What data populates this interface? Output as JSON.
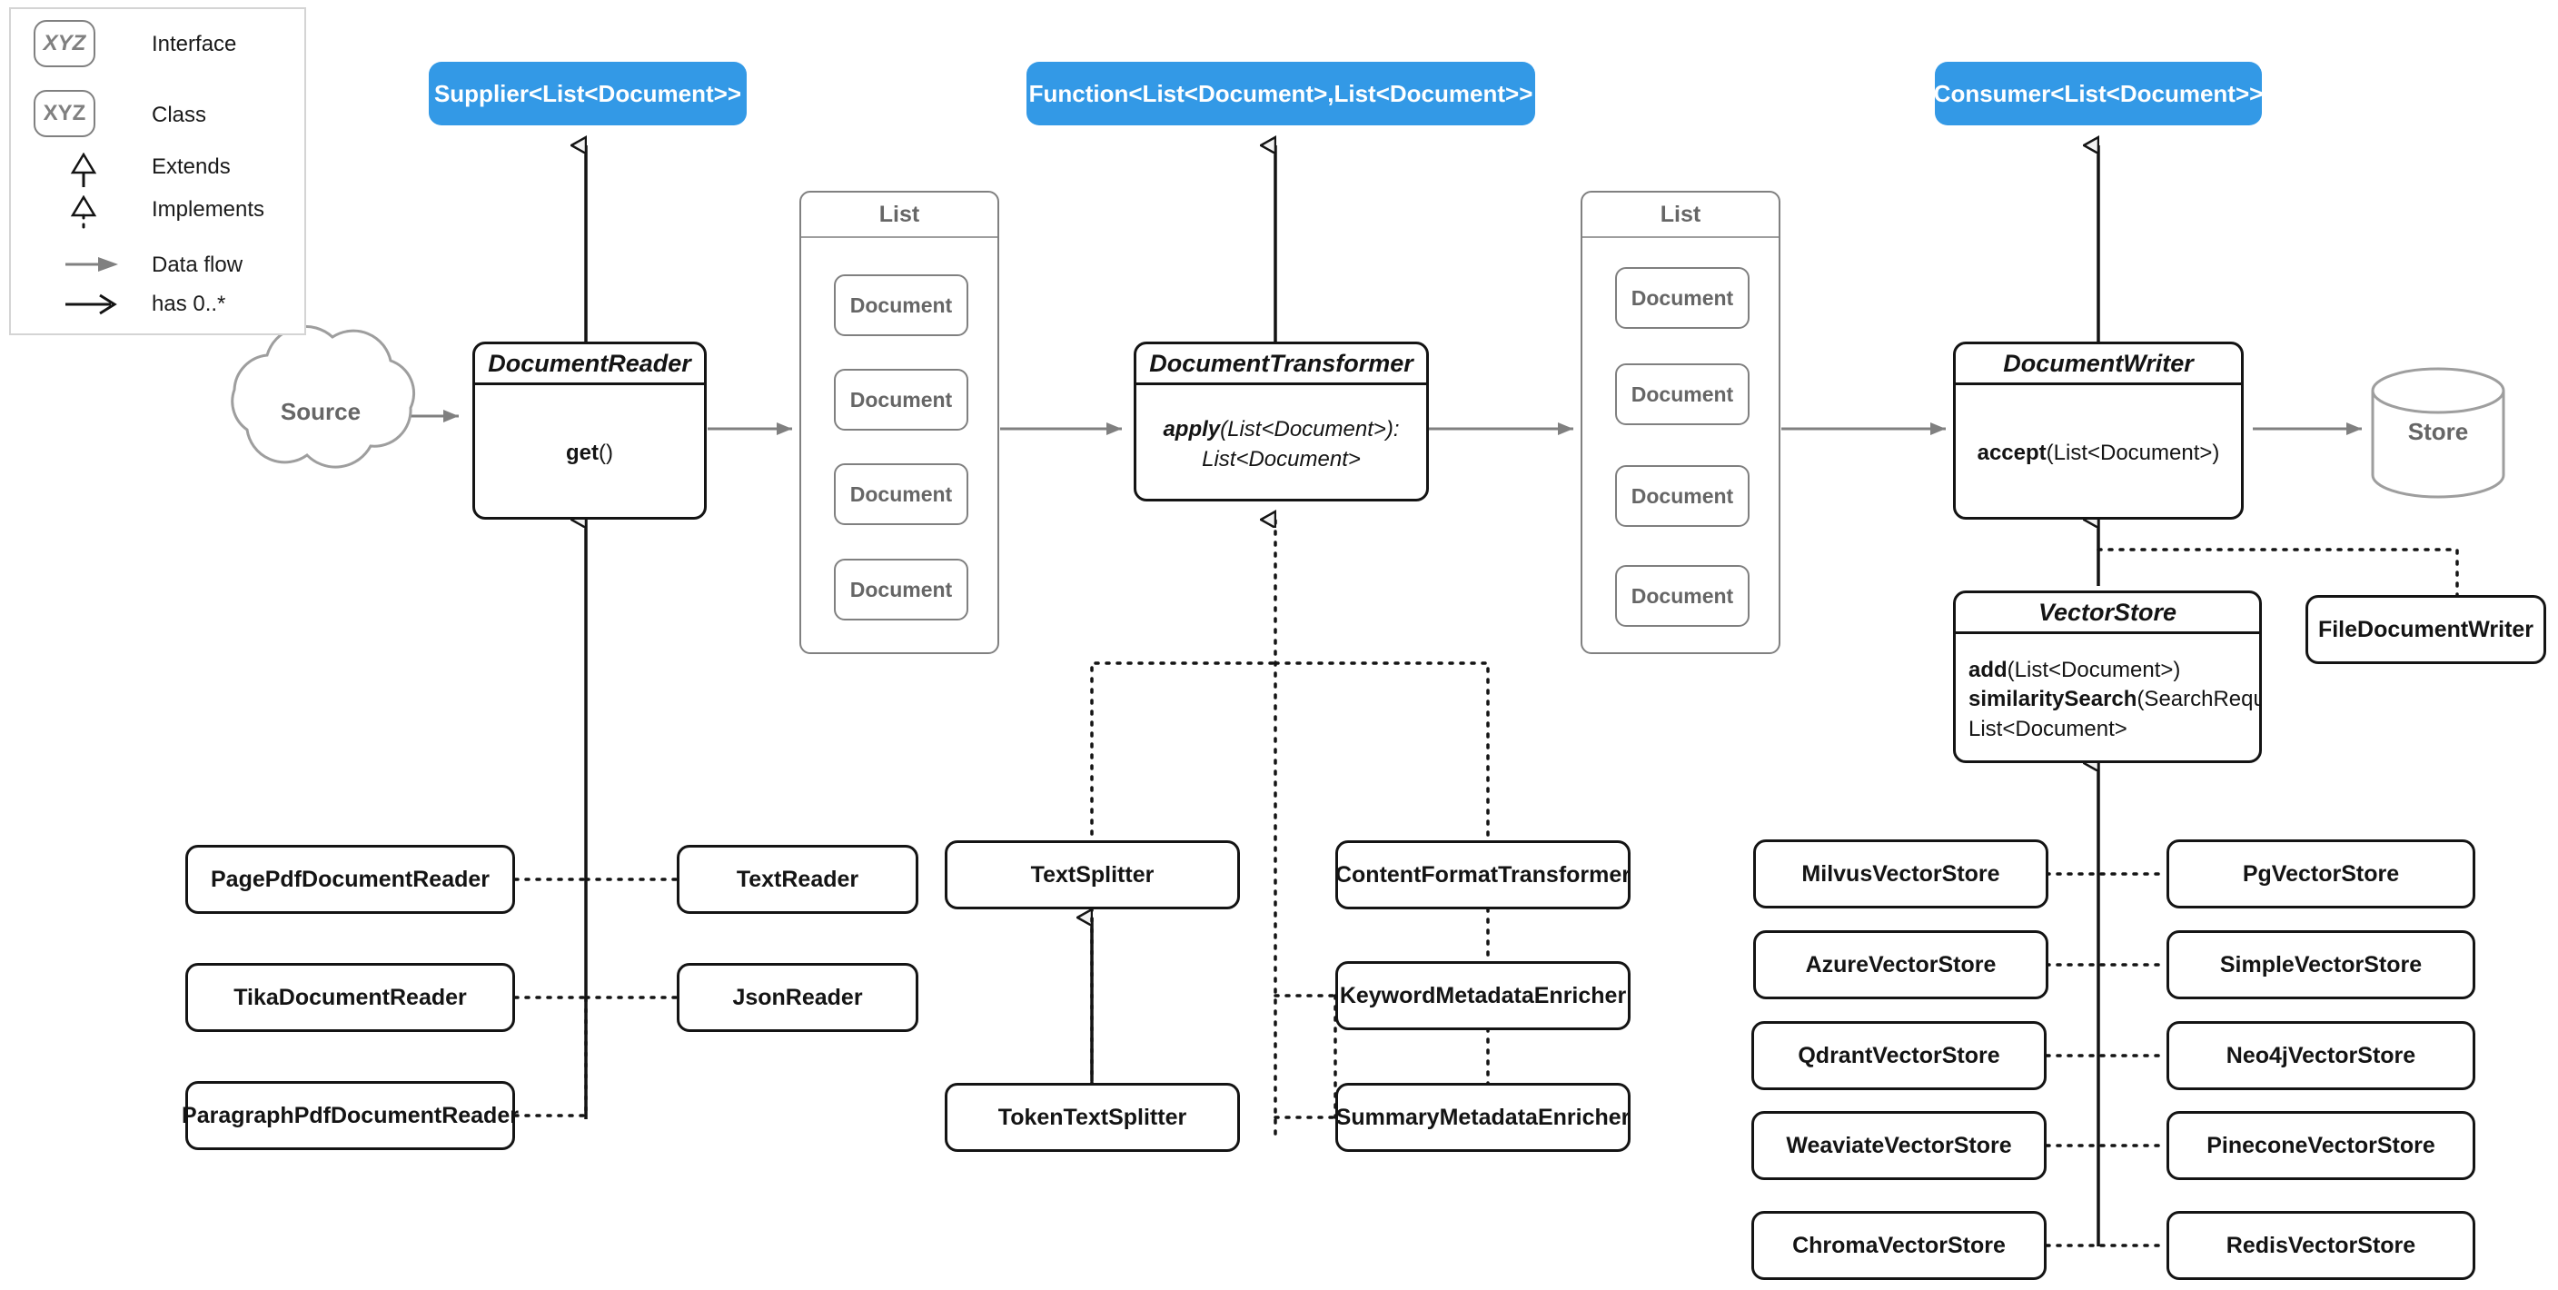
{
  "legend": {
    "title": "legend",
    "items": [
      {
        "shape": "interface",
        "sample": "XYZ",
        "label": "Interface"
      },
      {
        "shape": "class",
        "sample": "XYZ",
        "label": "Class"
      },
      {
        "shape": "extends-arrow",
        "label": "Extends"
      },
      {
        "shape": "implements-arrow",
        "label": "Implements"
      },
      {
        "shape": "dataflow-arrow",
        "label": "Data flow"
      },
      {
        "shape": "has-arrow",
        "label": "has 0..*"
      }
    ]
  },
  "functional_interfaces": [
    {
      "name": "supplier",
      "label": "Supplier<List<Document>>"
    },
    {
      "name": "function",
      "label": "Function<List<Document>,List<Document>>"
    },
    {
      "name": "consumer",
      "label": "Consumer<List<Document>>"
    }
  ],
  "pipeline": {
    "source": {
      "label": "Source"
    },
    "store": {
      "label": "Store"
    },
    "lists": [
      {
        "title": "List",
        "items": [
          "Document",
          "Document",
          "Document",
          "Document"
        ]
      },
      {
        "title": "List",
        "items": [
          "Document",
          "Document",
          "Document",
          "Document"
        ]
      }
    ]
  },
  "interfaces": [
    {
      "name": "document-reader",
      "title": "DocumentReader",
      "methods": [
        {
          "bold": "get",
          "rest": "()"
        }
      ]
    },
    {
      "name": "document-transformer",
      "title": "DocumentTransformer",
      "methods": [
        {
          "bold": "apply",
          "rest": "(List<Document>):",
          "second": "List<Document>"
        }
      ]
    },
    {
      "name": "document-writer",
      "title": "DocumentWriter",
      "methods": [
        {
          "bold": "accept",
          "rest": "(List<Document>)"
        }
      ]
    },
    {
      "name": "vector-store",
      "title": "VectorStore",
      "methods": [
        {
          "bold": "add",
          "rest": "(List<Document>)"
        },
        {
          "bold": "similaritySearch",
          "rest": "(SearchRequest):"
        },
        {
          "bold": "",
          "rest": "List<Document>"
        }
      ]
    }
  ],
  "implementations": {
    "readers": [
      "PagePdfDocumentReader",
      "TikaDocumentReader",
      "ParagraphPdfDocumentReader",
      "TextReader",
      "JsonReader"
    ],
    "transformers": [
      "TextSplitter",
      "TokenTextSplitter",
      "ContentFormatTransformer",
      "KeywordMetadataEnricher",
      "SummaryMetadataEnricher"
    ],
    "writers": [
      "FileDocumentWriter"
    ],
    "vector_stores": [
      "MilvusVectorStore",
      "AzureVectorStore",
      "QdrantVectorStore",
      "WeaviateVectorStore",
      "ChromaVectorStore",
      "PgVectorStore",
      "SimpleVectorStore",
      "Neo4jVectorStore",
      "PineconeVectorStore",
      "RedisVectorStore"
    ]
  },
  "colors": {
    "functional_blue": "#3399e6",
    "line_dark": "#141414",
    "line_gray": "#808080",
    "text_gray": "#666666"
  }
}
